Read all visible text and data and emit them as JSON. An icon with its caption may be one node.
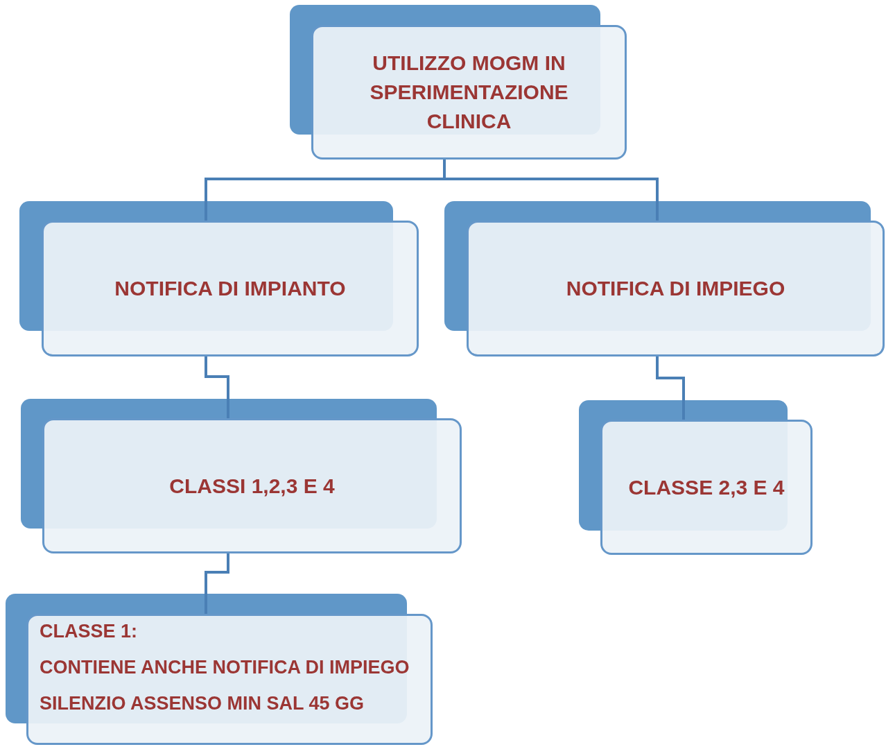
{
  "diagram": {
    "nodes": [
      {
        "text": [
          "UTILIZZO MOGM IN SPERIMENTAZIONE CLINICA"
        ]
      },
      {
        "text": [
          "NOTIFICA DI IMPIANTO"
        ]
      },
      {
        "text": [
          "NOTIFICA DI IMPIEGO"
        ]
      },
      {
        "text": [
          "CLASSI 1,2,3 E 4"
        ]
      },
      {
        "text": [
          "CLASSE 2,3 E 4"
        ]
      },
      {
        "text": [
          "CLASSE 1:",
          "CONTIENE ANCHE NOTIFICA DI IMPIEGO",
          "SILENZIO ASSENSO MIN SAL 45 GG"
        ]
      }
    ],
    "edges": [
      {
        "from": 0,
        "to": 1,
        "arrow": "none"
      },
      {
        "from": 0,
        "to": 2,
        "arrow": "none"
      },
      {
        "from": 1,
        "to": 3,
        "arrow": "none"
      },
      {
        "from": 2,
        "to": 4,
        "arrow": "none"
      },
      {
        "from": 3,
        "to": 5,
        "arrow": "none"
      }
    ]
  }
}
